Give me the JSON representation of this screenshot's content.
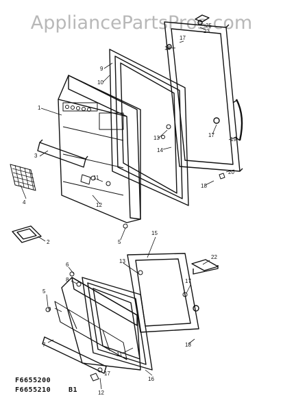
{
  "watermark": "AppliancePartsPros.com",
  "models": {
    "line1": "F6655200",
    "line2": "F6655210",
    "suffix": "B1"
  },
  "callouts": {
    "c1": "1",
    "c2": "2",
    "c3": "3",
    "c4": "4",
    "c5": "5",
    "c6": "6",
    "c7": "7",
    "c8": "8",
    "c9": "9",
    "c10": "10",
    "c11": "11",
    "c12": "12",
    "c13": "13",
    "c14": "14",
    "c15": "15",
    "c16": "16",
    "c17": "17",
    "c18": "18",
    "c19": "19",
    "c20": "20",
    "c22": "22",
    "c23": "23",
    "c25": "25"
  }
}
